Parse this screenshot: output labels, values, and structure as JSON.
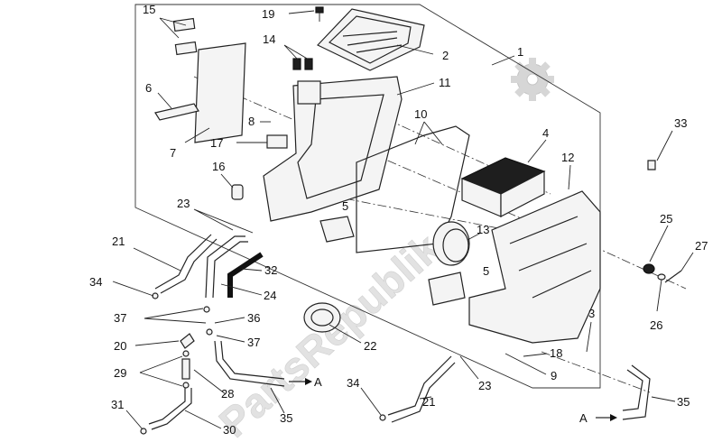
{
  "watermark": "PartsRepublik",
  "callouts": [
    {
      "id": "c15",
      "text": "15"
    },
    {
      "id": "c19",
      "text": "19"
    },
    {
      "id": "c14",
      "text": "14"
    },
    {
      "id": "c2",
      "text": "2"
    },
    {
      "id": "c1",
      "text": "1"
    },
    {
      "id": "c6",
      "text": "6"
    },
    {
      "id": "c11",
      "text": "11"
    },
    {
      "id": "c8",
      "text": "8"
    },
    {
      "id": "c7",
      "text": "7"
    },
    {
      "id": "c10",
      "text": "10"
    },
    {
      "id": "c17",
      "text": "17"
    },
    {
      "id": "c4",
      "text": "4"
    },
    {
      "id": "c33",
      "text": "33"
    },
    {
      "id": "c16",
      "text": "16"
    },
    {
      "id": "c12",
      "text": "12"
    },
    {
      "id": "c23a",
      "text": "23"
    },
    {
      "id": "c5a",
      "text": "5"
    },
    {
      "id": "c13",
      "text": "13"
    },
    {
      "id": "c25",
      "text": "25"
    },
    {
      "id": "c27",
      "text": "27"
    },
    {
      "id": "c21a",
      "text": "21"
    },
    {
      "id": "c32",
      "text": "32"
    },
    {
      "id": "c5b",
      "text": "5"
    },
    {
      "id": "c34a",
      "text": "34"
    },
    {
      "id": "c24",
      "text": "24"
    },
    {
      "id": "c26",
      "text": "26"
    },
    {
      "id": "c3",
      "text": "3"
    },
    {
      "id": "c37a",
      "text": "37"
    },
    {
      "id": "c36",
      "text": "36"
    },
    {
      "id": "c20",
      "text": "20"
    },
    {
      "id": "c37b",
      "text": "37"
    },
    {
      "id": "c22",
      "text": "22"
    },
    {
      "id": "c18",
      "text": "18"
    },
    {
      "id": "c29",
      "text": "29"
    },
    {
      "id": "c9",
      "text": "9"
    },
    {
      "id": "cA1",
      "text": "A"
    },
    {
      "id": "c28",
      "text": "28"
    },
    {
      "id": "c34b",
      "text": "34"
    },
    {
      "id": "c23b",
      "text": "23"
    },
    {
      "id": "c21b",
      "text": "21"
    },
    {
      "id": "c35a",
      "text": "35"
    },
    {
      "id": "c35b",
      "text": "35"
    },
    {
      "id": "c31",
      "text": "31"
    },
    {
      "id": "c30",
      "text": "30"
    },
    {
      "id": "cA2",
      "text": "A"
    }
  ]
}
